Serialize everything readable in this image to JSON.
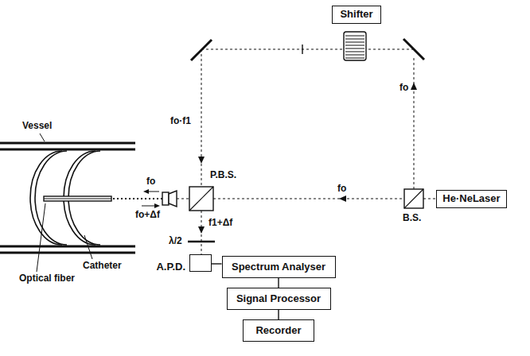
{
  "diagram": {
    "nodes": [
      {
        "text": [
          "Shifter"
        ]
      },
      {
        "text": [
          "He·NeLaser"
        ]
      },
      {
        "text": [
          "A.P.D."
        ]
      },
      {
        "text": [
          "Spectrum Analyser"
        ]
      },
      {
        "text": [
          "Signal Processor"
        ]
      },
      {
        "text": [
          "Recorder"
        ]
      }
    ],
    "edges": [
      {
        "from": 2,
        "to": 3,
        "arrow": "none"
      },
      {
        "from": 3,
        "to": 4,
        "arrow": "none"
      },
      {
        "from": 4,
        "to": 5,
        "arrow": "none"
      }
    ],
    "labels": [
      "Vessel",
      "Catheter",
      "Optical fiber",
      "fo·f1",
      "fo",
      "fo",
      "fo",
      "fo+Δf",
      "f1+Δf",
      "λ/2",
      "P.B.S.",
      "B.S."
    ]
  }
}
